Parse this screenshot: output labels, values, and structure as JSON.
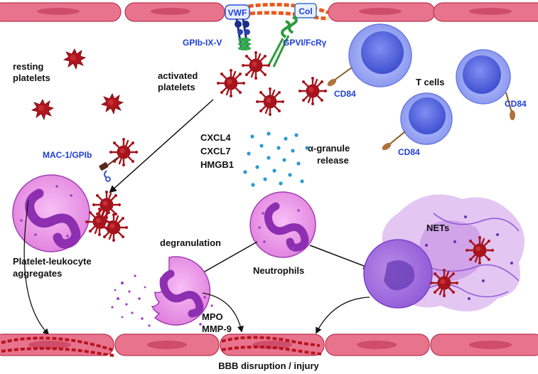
{
  "labels": {
    "vwf": "VWF",
    "col": "Col",
    "gpib_ix_v": "GPIb-IX-V",
    "gpvi_fcr": "GPVI/FcRγ",
    "resting_platelets_1": "resting",
    "resting_platelets_2": "platelets",
    "activated_platelets_1": "activated",
    "activated_platelets_2": "platelets",
    "cd84_1": "CD84",
    "cd84_2": "CD84",
    "cd84_3": "CD84",
    "t_cells": "T cells",
    "cxcl4": "CXCL4",
    "cxcl7": "CXCL7",
    "hmgb1": "HMGB1",
    "alpha_granule_1": "α-granule",
    "alpha_granule_2": "release",
    "mac1_gpib": "MAC-1/GPIb",
    "pla_1": "Platelet-leukocyte",
    "pla_2": "aggregates",
    "degranulation": "degranulation",
    "neutrophils": "Neutrophils",
    "nets": "NETs",
    "mpo": "MPO",
    "mmp9": "MMP-9",
    "bbb": "BBB disruption / injury"
  },
  "colors": {
    "endothelium": "#e8738d",
    "endothelium_dark": "#b8344f",
    "nucleus": "#e1607a",
    "platelet": "#b0151d",
    "tcell": "#8f9cf2",
    "tcell_core": "#4a5bd8",
    "neutrophil": "#e98ee6",
    "neutrophil_nucleus": "#a13cc0",
    "chemokine": "#2a9ad6",
    "label_blue": "#1f3fd6",
    "net_cloud": "#cf9be6"
  }
}
